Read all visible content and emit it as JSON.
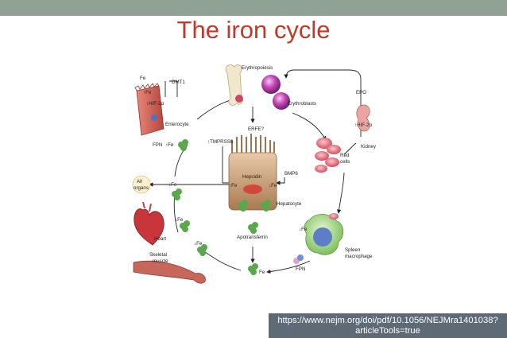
{
  "slide": {
    "title": "The iron cycle",
    "source_line1": "https://www.nejm.org/doi/pdf/10.1056/NEJMra1401038?",
    "source_line2": "articleTools=true"
  },
  "diagram": {
    "labels": {
      "erythropoiesis": "Erythropoiesis",
      "erythroblasts": "Erythroblasts",
      "epo": "EPO",
      "hif_kidney": "↑HIF-2α",
      "kidney": "Kidney",
      "red_cells": "Red\ncells",
      "erfe": "ERFE?",
      "tmprss6": "↑TMPRSS6",
      "bmp6": "BMP6",
      "hepatocyte": "Hepatocyte",
      "hepcidin": "Hepcidin",
      "fe_down_liver": "↓Fe",
      "fe_up_liver": "↑Fe",
      "apotransferrin": "Apotransferrin",
      "fe_bottom": "Fe",
      "fpn_bottom": "FPN",
      "fe_spleen": "↓Fe",
      "spleen_macrophage": "Spleen\nmacrophage",
      "fe_gut": "Fe",
      "dmt1": "DMT1",
      "fe_gut_up": "↑Fe",
      "hif_gut": "↑HIF-2α",
      "enterocyte": "Enterocyte",
      "fpn_gut": "FPN",
      "fe_gut_up2": "↑Fe",
      "all_organs": "All\norgans",
      "fe_organs": "↓Fe",
      "heart": "Heart",
      "fe_heart": "↓Fe",
      "skeletal_muscle": "Skeletal\nmuscle",
      "fe_muscle": "↓Fe"
    }
  },
  "colors": {
    "title": "#c0392b",
    "top_bar": "#8fa294",
    "source_box": "#5e6b76"
  }
}
